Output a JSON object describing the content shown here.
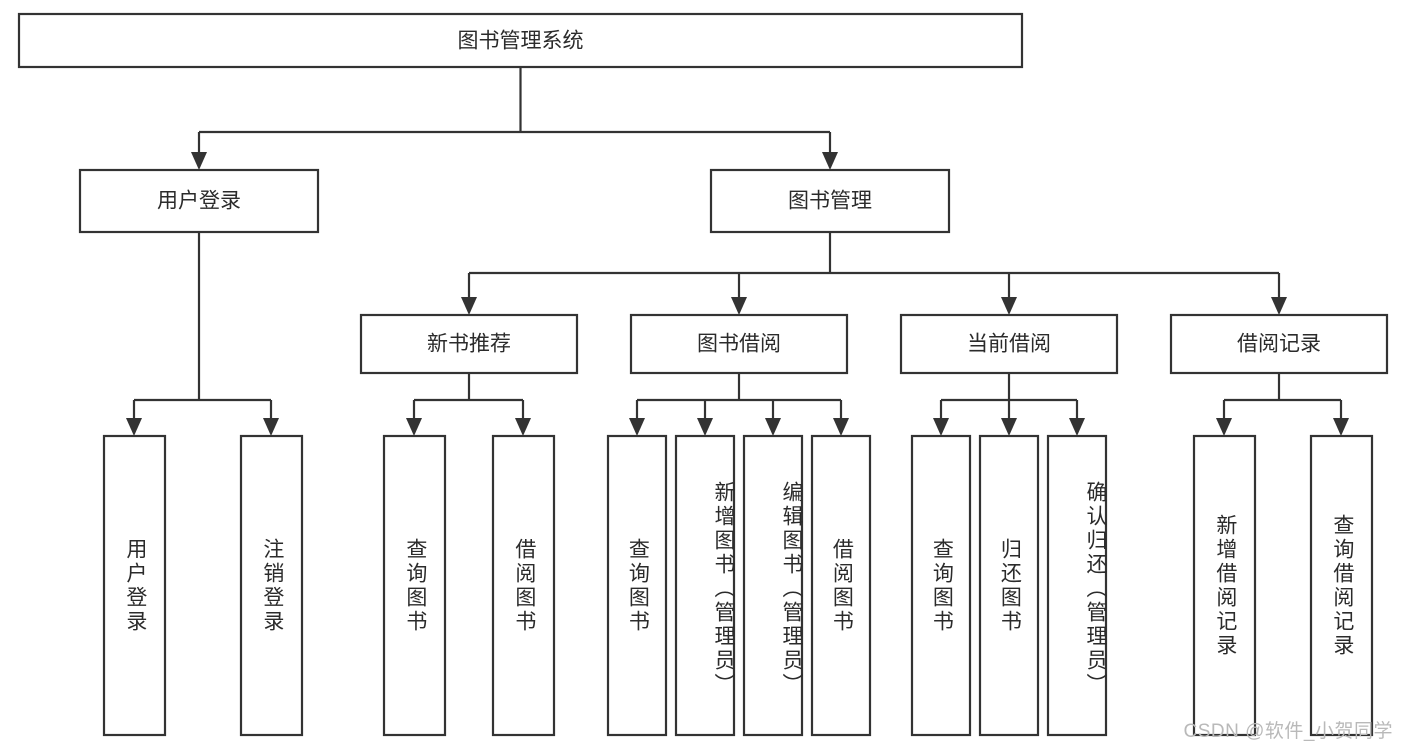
{
  "diagram": {
    "type": "hierarchy-tree",
    "orientation": "top-down",
    "title": "图书管理系统",
    "watermark": "CSDN @软件_小贺同学",
    "colors": {
      "box_stroke": "#333333",
      "box_fill": "#ffffff",
      "text": "#2b2b2b",
      "background": "#ffffff",
      "watermark": "#b9b9b9"
    },
    "root": {
      "id": "root",
      "label": "图书管理系统",
      "children": [
        {
          "id": "user-login",
          "label": "用户登录",
          "children": [
            {
              "id": "leaf-user-login",
              "label": "用户登录"
            },
            {
              "id": "leaf-user-logout",
              "label": "注销登录"
            }
          ]
        },
        {
          "id": "book-manage",
          "label": "图书管理",
          "children": [
            {
              "id": "new-book-rec",
              "label": "新书推荐",
              "children": [
                {
                  "id": "leaf-query-book-1",
                  "label": "查询图书"
                },
                {
                  "id": "leaf-borrow-book-1",
                  "label": "借阅图书"
                }
              ]
            },
            {
              "id": "book-borrow",
              "label": "图书借阅",
              "children": [
                {
                  "id": "leaf-query-book-2",
                  "label": "查询图书"
                },
                {
                  "id": "leaf-add-book",
                  "label": "新增图书（管理员）"
                },
                {
                  "id": "leaf-edit-book",
                  "label": "编辑图书（管理员）"
                },
                {
                  "id": "leaf-borrow-book-2",
                  "label": "借阅图书"
                }
              ]
            },
            {
              "id": "current-borrow",
              "label": "当前借阅",
              "children": [
                {
                  "id": "leaf-query-book-3",
                  "label": "查询图书"
                },
                {
                  "id": "leaf-return-book",
                  "label": "归还图书"
                },
                {
                  "id": "leaf-confirm-return",
                  "label": "确认归还（管理员）"
                }
              ]
            },
            {
              "id": "borrow-record",
              "label": "借阅记录",
              "children": [
                {
                  "id": "leaf-add-record",
                  "label": "新增借阅记录"
                },
                {
                  "id": "leaf-query-record",
                  "label": "查询借阅记录"
                }
              ]
            }
          ]
        }
      ]
    }
  }
}
